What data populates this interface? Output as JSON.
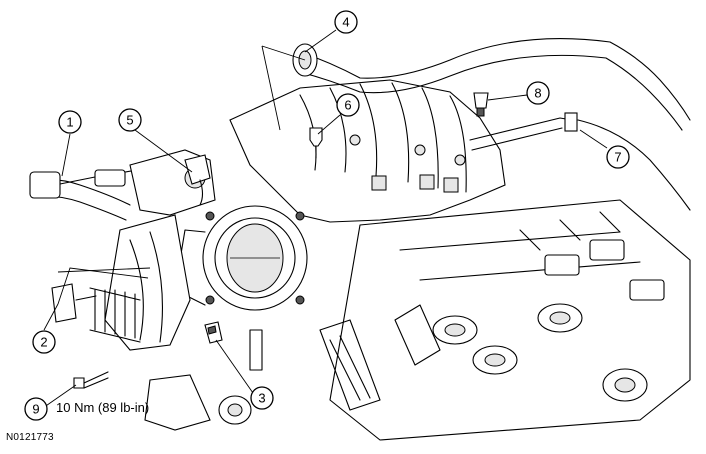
{
  "figure_id": "N0121773",
  "callouts": [
    {
      "number": "1"
    },
    {
      "number": "2"
    },
    {
      "number": "3"
    },
    {
      "number": "4"
    },
    {
      "number": "5"
    },
    {
      "number": "6"
    },
    {
      "number": "7"
    },
    {
      "number": "8"
    },
    {
      "number": "9"
    }
  ],
  "torque_spec": "10 Nm (89 lb-in)"
}
